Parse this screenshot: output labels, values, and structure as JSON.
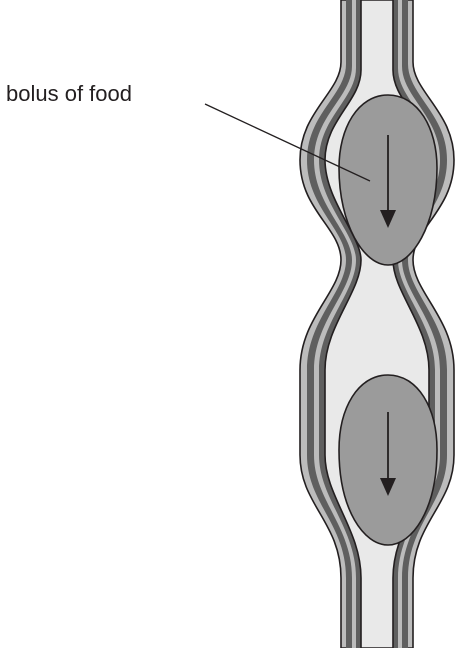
{
  "labels": {
    "bolus": "bolus of food"
  },
  "colors": {
    "outer_wall": "#bcbcbc",
    "muscle_band": "#5f5f5f",
    "lumen": "#e9e9e9",
    "bolus_fill": "#9b9b9b",
    "outline": "#231f20",
    "background": "#ffffff"
  },
  "boluses": [
    {
      "name": "upper-bolus",
      "arrow": "down"
    },
    {
      "name": "lower-bolus",
      "arrow": "down"
    }
  ]
}
